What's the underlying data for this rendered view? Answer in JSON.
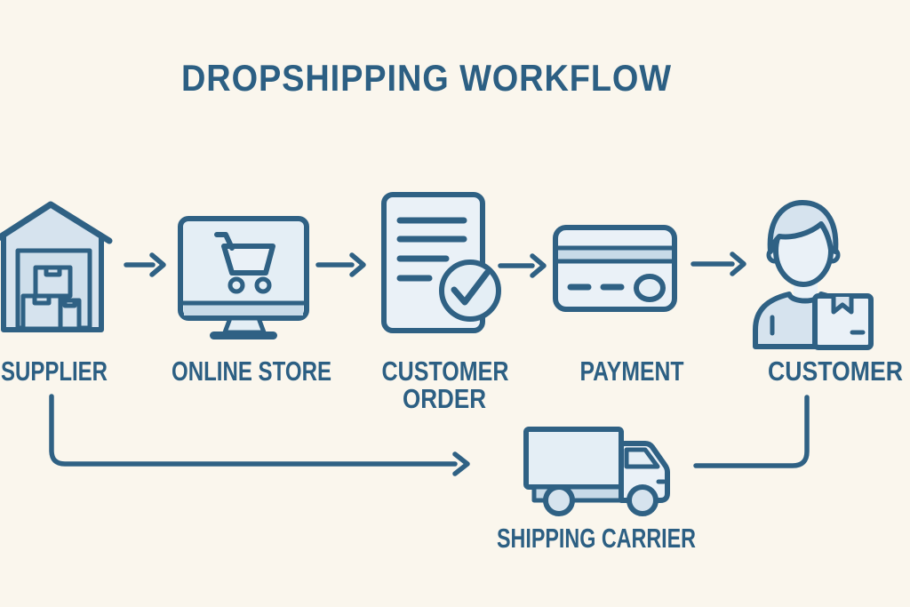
{
  "title": "DROPSHIPPING WORKFLOW",
  "nodes": [
    {
      "id": "supplier",
      "label": "SUPPLIER",
      "icon": "warehouse-icon"
    },
    {
      "id": "online-store",
      "label": "ONLINE STORE",
      "icon": "monitor-shopping-cart-icon"
    },
    {
      "id": "customer-order",
      "label_line1": "CUSTOMER",
      "label_line2": "ORDER",
      "icon": "document-checkmark-icon"
    },
    {
      "id": "payment",
      "label": "PAYMENT",
      "icon": "credit-card-icon"
    },
    {
      "id": "customer",
      "label": "CUSTOMER",
      "icon": "person-with-package-icon"
    },
    {
      "id": "shipping-carrier",
      "label": "SHIPPING CARRIER",
      "icon": "delivery-truck-icon"
    }
  ],
  "flow": [
    "supplier -> online-store",
    "online-store -> customer-order",
    "customer-order -> payment",
    "payment -> customer",
    "supplier -> shipping-carrier",
    "customer -> shipping-carrier"
  ],
  "colors": {
    "background": "#faf6ed",
    "outline": "#2f6184",
    "title_color": "#2c5f83",
    "fill_light": "#d6e3ee",
    "fill_lighter": "#eaf1f7",
    "fill_screen": "#e4eef5",
    "fill_mid": "#c7dae8",
    "fill_door": "#cfdfeb"
  }
}
